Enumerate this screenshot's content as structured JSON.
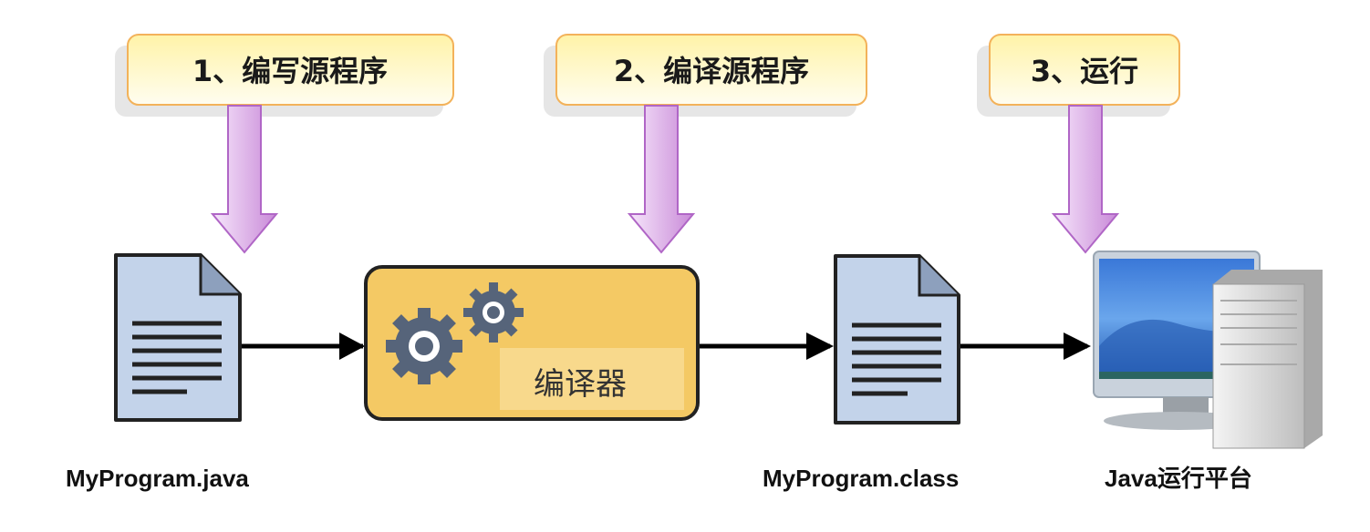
{
  "steps": [
    {
      "label": "1、编写源程序"
    },
    {
      "label": "2、编译源程序"
    },
    {
      "label": "3、运行"
    }
  ],
  "compiler": {
    "label": "编译器"
  },
  "files": {
    "source": "MyProgram.java",
    "bytecode": "MyProgram.class",
    "platform": "Java运行平台"
  },
  "colors": {
    "callout_fill": "#fff8c8",
    "callout_border": "#f3b25a",
    "down_arrow": "#c78ad6",
    "doc_fill": "#c3d3ea",
    "compiler_fill": "#f4c964",
    "gear": "#56647a"
  }
}
